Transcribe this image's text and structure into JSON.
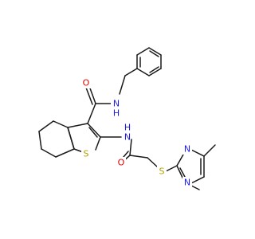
{
  "molecule": {
    "colors": {
      "bond": "#1a1a1a",
      "carbon": "#1a1a1a",
      "oxygen": "#e00000",
      "nitrogen": "#1c1cf0",
      "sulfur": "#b3a000"
    },
    "atom_labels": {
      "amide_oxygen_1": "O",
      "amide_nitrogen_1": "N",
      "amide_hydrogen_1": "H",
      "amide_nitrogen_2": "N",
      "amide_hydrogen_2": "H",
      "amide_oxygen_2": "O",
      "thiophene_sulfur": "S",
      "thioether_sulfur": "S",
      "pyrimidine_nitrogen_upper": "N",
      "pyrimidine_nitrogen_lower": "N"
    }
  }
}
